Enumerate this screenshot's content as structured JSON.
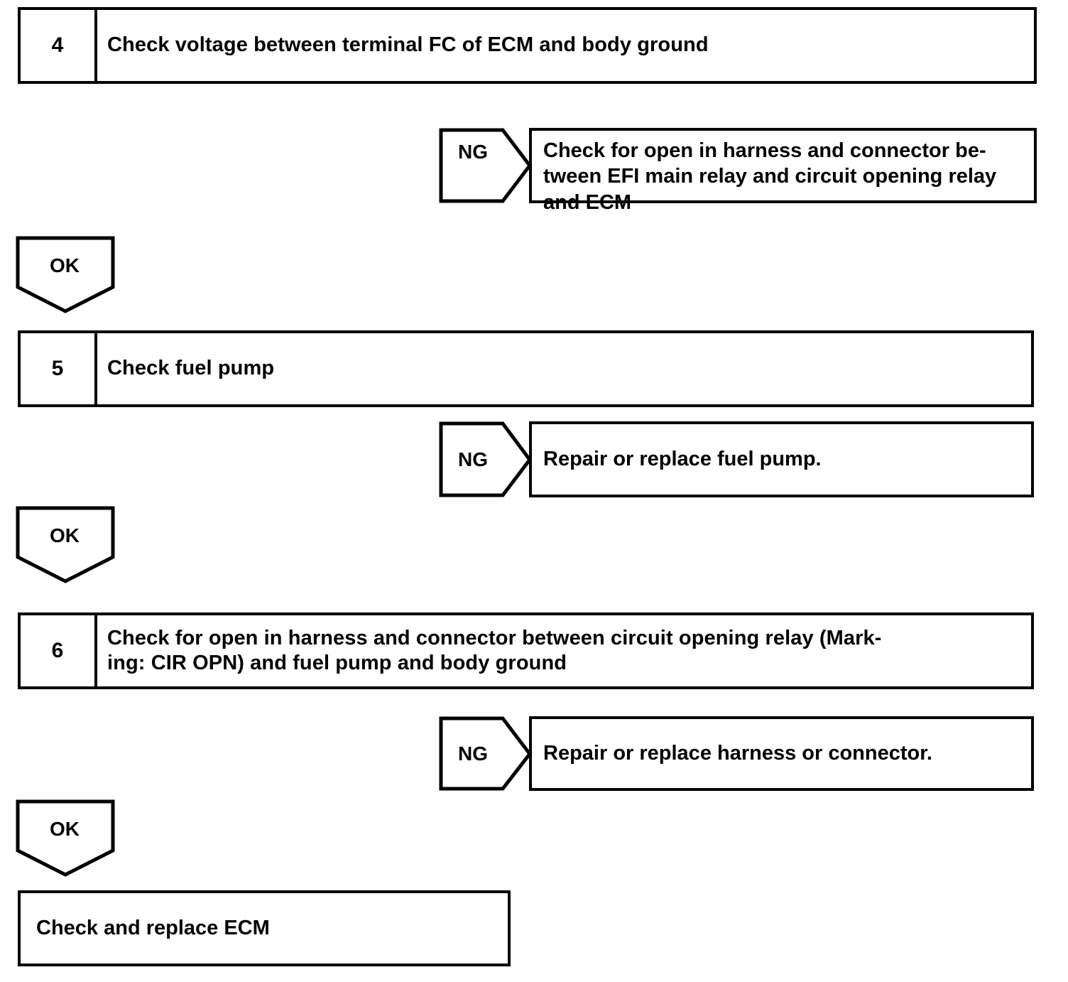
{
  "document": {
    "type": "troubleshooting-flowchart",
    "ink_color": "#000000",
    "paper_color": "#ffffff"
  },
  "steps": [
    {
      "number": "4",
      "text": "Check voltage between terminal FC of ECM and body ground"
    },
    {
      "number": "5",
      "text": "Check fuel pump"
    },
    {
      "number": "6",
      "line1": "Check for open in harness and connector between circuit opening relay (Mark-",
      "line2": "ing: CIR OPN) and fuel pump and body ground"
    }
  ],
  "ng_branches": [
    {
      "label": "NG",
      "line1": "Check for open in harness and connector be-",
      "line2": "tween EFI main relay and circuit opening relay",
      "line3": "and ECM"
    },
    {
      "label": "NG",
      "text": "Repair or replace fuel pump."
    },
    {
      "label": "NG",
      "text": "Repair or replace harness or connector."
    }
  ],
  "ok_branches": [
    {
      "label": "OK"
    },
    {
      "label": "OK"
    },
    {
      "label": "OK"
    }
  ],
  "final": {
    "text": "Check and replace ECM"
  }
}
